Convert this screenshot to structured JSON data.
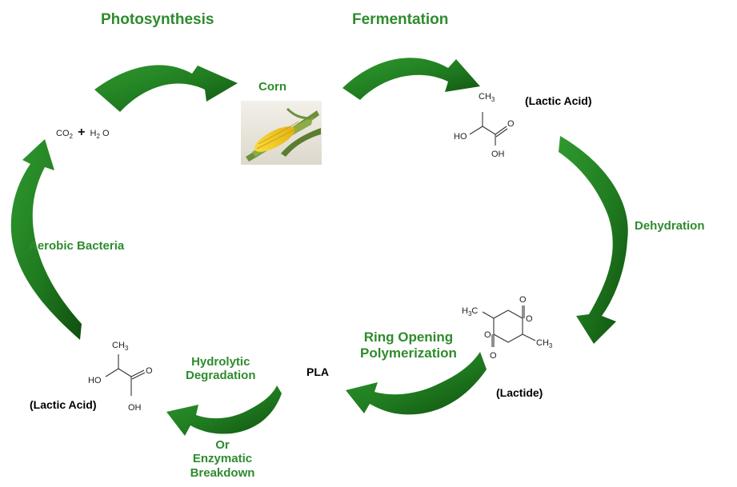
{
  "cycle_labels": {
    "photosynthesis": "Photosynthesis",
    "fermentation": "Fermentation",
    "dehydration": "Dehydration",
    "ring_opening_line1": "Ring Opening",
    "ring_opening_line2": "Polymerization",
    "hydrolytic_line1": "Hydrolytic",
    "hydrolytic_line2": "Degradation",
    "enzymatic_line1": "Or",
    "enzymatic_line2": "Enzymatic",
    "enzymatic_line3": "Breakdown",
    "aerobic_bacteria": "Aerobic Bacteria"
  },
  "stage_labels": {
    "corn": "Corn",
    "lactic_acid_top": "(Lactic Acid)",
    "lactide": "(Lactide)",
    "pla": "PLA",
    "lactic_acid_bottom": "(Lactic Acid)"
  },
  "molecules": {
    "co2_h2o": {
      "co": "CO",
      "co_sub": "2",
      "plus": "+",
      "h": "H",
      "h_sub": "2",
      "o": "O"
    },
    "lactic_acid": {
      "ch3": "CH",
      "ch3_sub": "3",
      "ho": "HO",
      "o": "O",
      "oh": "OH"
    },
    "lactide": {
      "h3c": "H",
      "h3c_sub": "3",
      "h3c_c": "C",
      "ch3": "CH",
      "ch3_sub": "3",
      "o": "O"
    }
  },
  "colors": {
    "arrow_green": "#1f7a1f",
    "label_green": "#2e8b2e",
    "text_black": "#000000"
  },
  "icons": {
    "corn": "corn-photo"
  }
}
